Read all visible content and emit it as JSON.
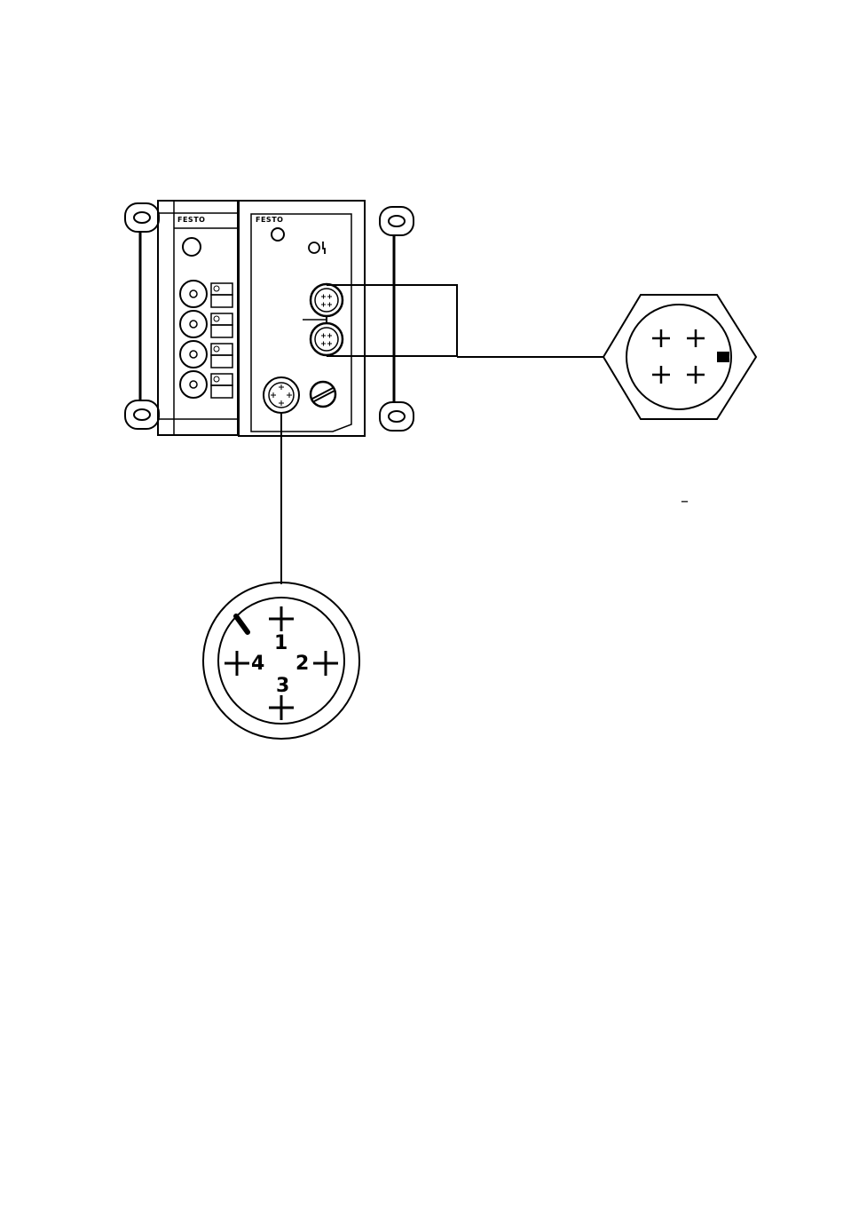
{
  "brand_left": "FESTO",
  "brand_right": "FESTO",
  "top_connector_pin_labels": [
    "1",
    "2",
    "3",
    "4"
  ],
  "stray_mark": "–",
  "colors": {
    "stroke": "#000000",
    "background": "#ffffff"
  },
  "icons": [
    "power-symbol-icon",
    "screw-cap-icon",
    "m12-socket-icon",
    "hex-connector-icon",
    "round-connector-icon"
  ]
}
